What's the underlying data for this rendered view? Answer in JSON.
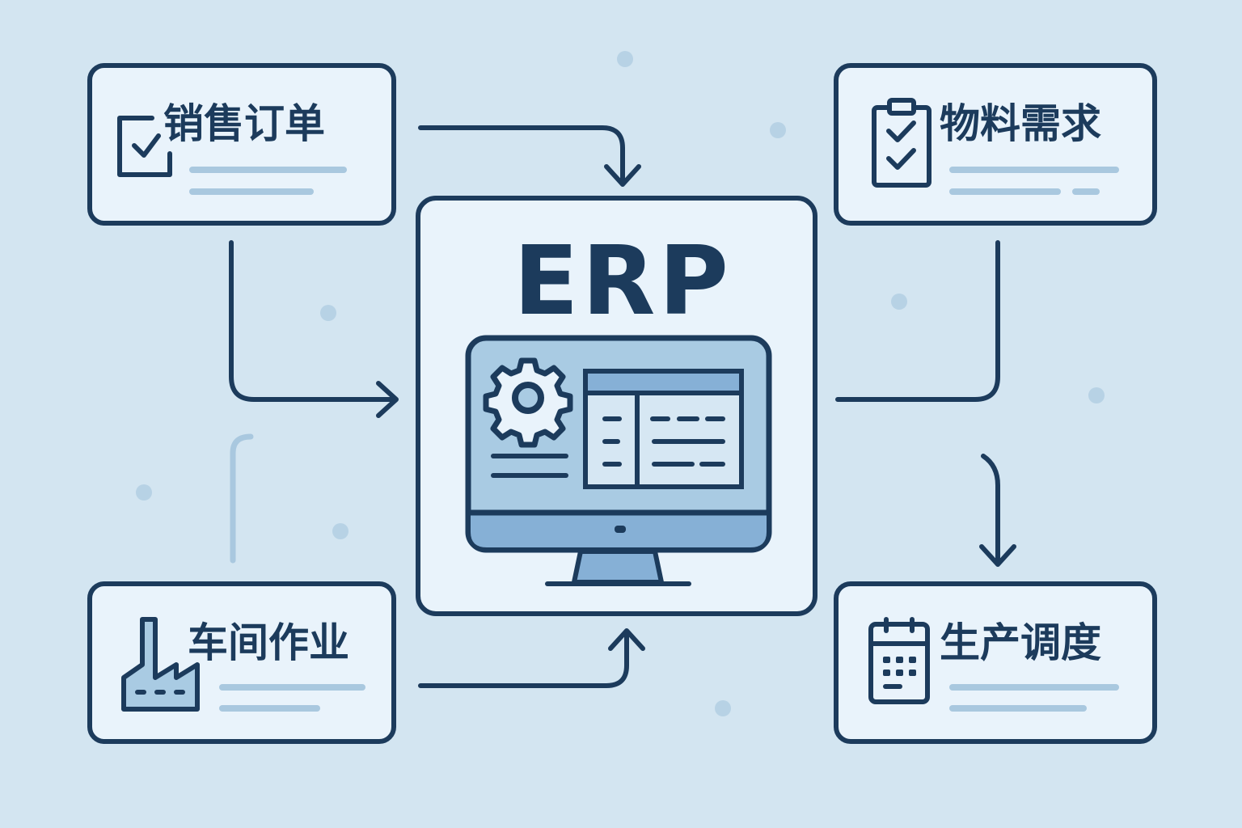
{
  "diagram": {
    "center": {
      "title": "ERP"
    },
    "nodes": [
      {
        "id": "sales-order",
        "label": "销售订单",
        "icon": "checkbox-icon"
      },
      {
        "id": "material-requirements",
        "label": "物料需求",
        "icon": "clipboard-checklist-icon"
      },
      {
        "id": "shop-floor",
        "label": "车间作业",
        "icon": "factory-icon"
      },
      {
        "id": "production-scheduling",
        "label": "生产调度",
        "icon": "calendar-icon"
      }
    ],
    "edges": [
      {
        "from": "销售订单",
        "to": "ERP"
      },
      {
        "from": "销售订单",
        "to": "ERP"
      },
      {
        "from": "物料需求",
        "to": "ERP"
      },
      {
        "from": "ERP",
        "to": "生产调度"
      },
      {
        "from": "车间作业",
        "to": "ERP"
      }
    ],
    "colors": {
      "background": "#d3e5f1",
      "ink": "#1c3b5c",
      "panel": "#e9f3fb",
      "accent": "#8fb5d6"
    }
  }
}
